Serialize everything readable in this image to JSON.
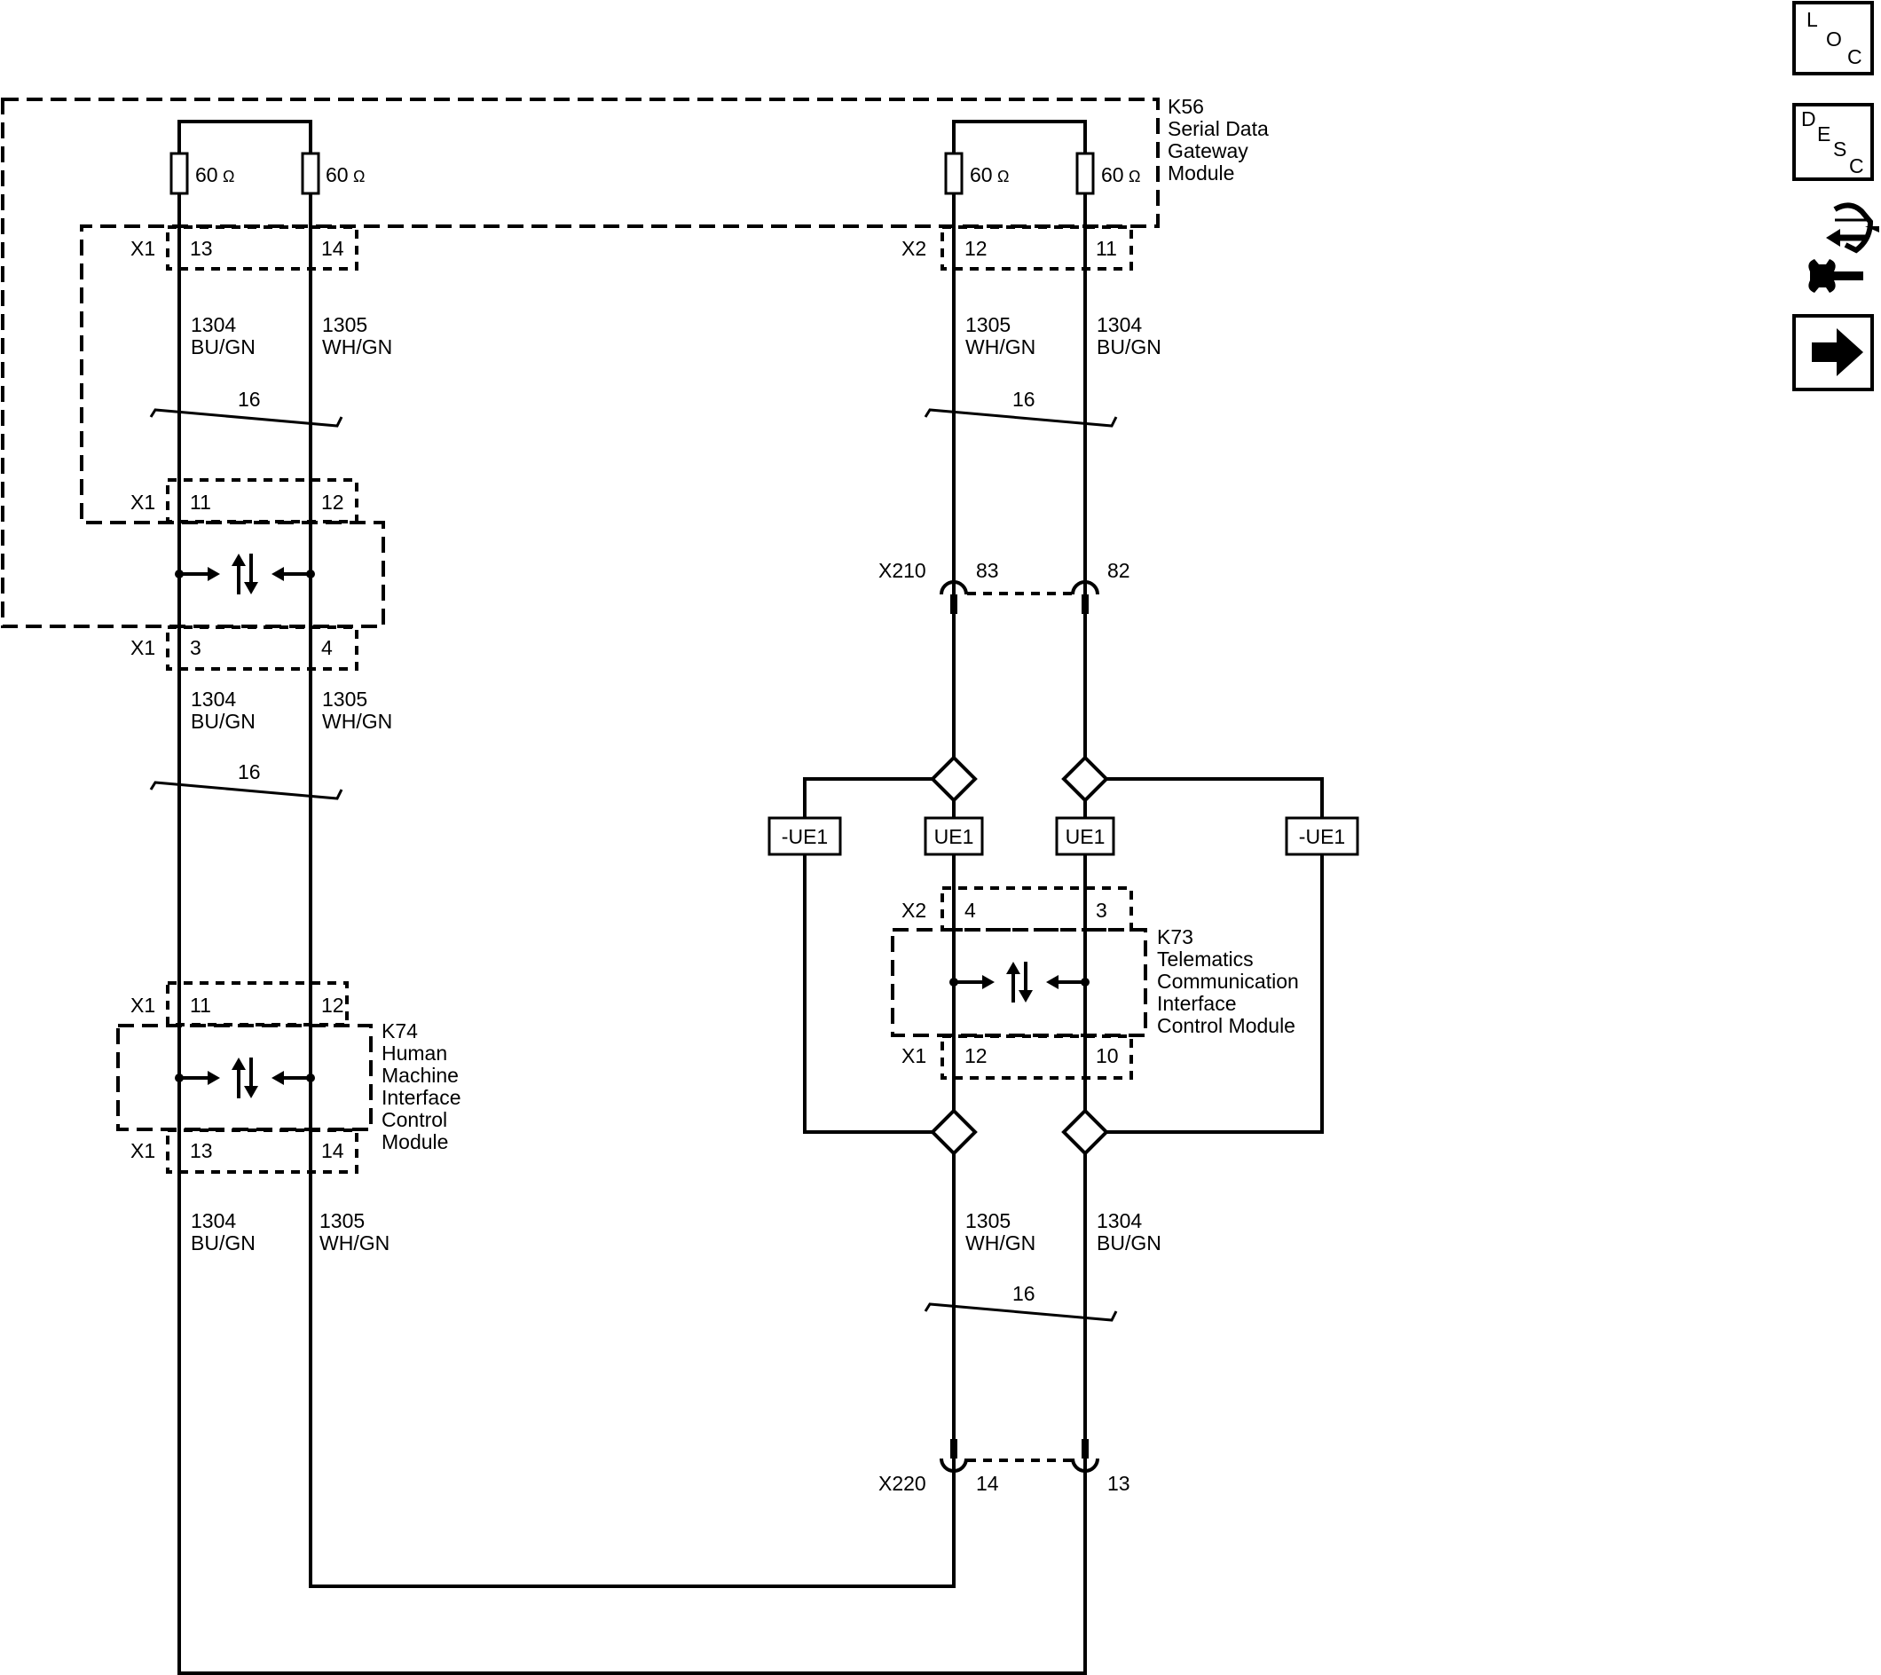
{
  "modules": {
    "k56": {
      "id": "K56",
      "line1": "Serial Data",
      "line2": "Gateway",
      "line3": "Module"
    },
    "k74": {
      "id": "K74",
      "line1": "Human",
      "line2": "Machine",
      "line3": "Interface",
      "line4": "Control",
      "line5": "Module"
    },
    "k73": {
      "id": "K73",
      "line1": "Telematics",
      "line2": "Communication",
      "line3": "Interface",
      "line4": "Control Module"
    }
  },
  "resistor_value": "60",
  "ohm_symbol": "Ω",
  "connectors": {
    "x1": "X1",
    "x2": "X2",
    "x210": "X210",
    "x220": "X220"
  },
  "pins": {
    "k56_x1_a": "13",
    "k56_x1_b": "14",
    "k56_x2_a": "12",
    "k56_x2_b": "11",
    "k56_x1_mid_a": "11",
    "k56_x1_mid_b": "12",
    "k56_x1_low_a": "3",
    "k56_x1_low_b": "4",
    "k74_x1_top_a": "11",
    "k74_x1_top_b": "12",
    "k74_x1_bot_a": "13",
    "k74_x1_bot_b": "14",
    "k73_x2_a": "4",
    "k73_x2_b": "3",
    "k73_x1_a": "12",
    "k73_x1_b": "10",
    "x210_a": "83",
    "x210_b": "82",
    "x220_a": "14",
    "x220_b": "13"
  },
  "circuits": {
    "c1304": "1304",
    "c1305": "1305",
    "bugn": "BU/GN",
    "whgn": "WH/GN"
  },
  "twist_label": "16",
  "options": {
    "ue1": "UE1",
    "not_ue1": "-UE1"
  },
  "side_icons": {
    "loc": {
      "l": "L",
      "o": "O",
      "c": "C"
    },
    "desc": {
      "d": "D",
      "e": "E",
      "s": "S",
      "c": "C"
    }
  }
}
